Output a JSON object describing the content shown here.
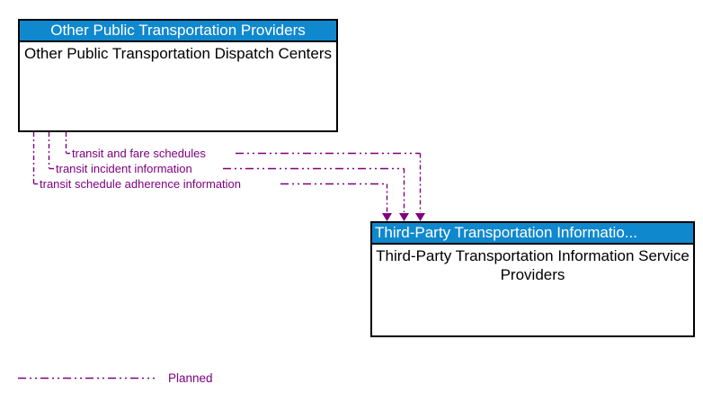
{
  "boxes": [
    {
      "header": "Other Public Transportation Providers",
      "body": "Other Public Transportation Dispatch Centers"
    },
    {
      "header": "Third-Party Transportation Informatio...",
      "body": "Third-Party Transportation Information Service Providers"
    }
  ],
  "flows": [
    {
      "label": "transit and fare schedules",
      "status": "planned"
    },
    {
      "label": "transit incident information",
      "status": "planned"
    },
    {
      "label": "transit schedule adherence information",
      "status": "planned"
    }
  ],
  "legend": {
    "label": "Planned",
    "line_style": "dash-dot-dot"
  },
  "colors": {
    "header_bg": "#1088CE",
    "header_text": "#FFFFFF",
    "flow_color": "#800080",
    "border": "#000000",
    "body_text": "#000000",
    "bg": "#FFFFFF"
  }
}
